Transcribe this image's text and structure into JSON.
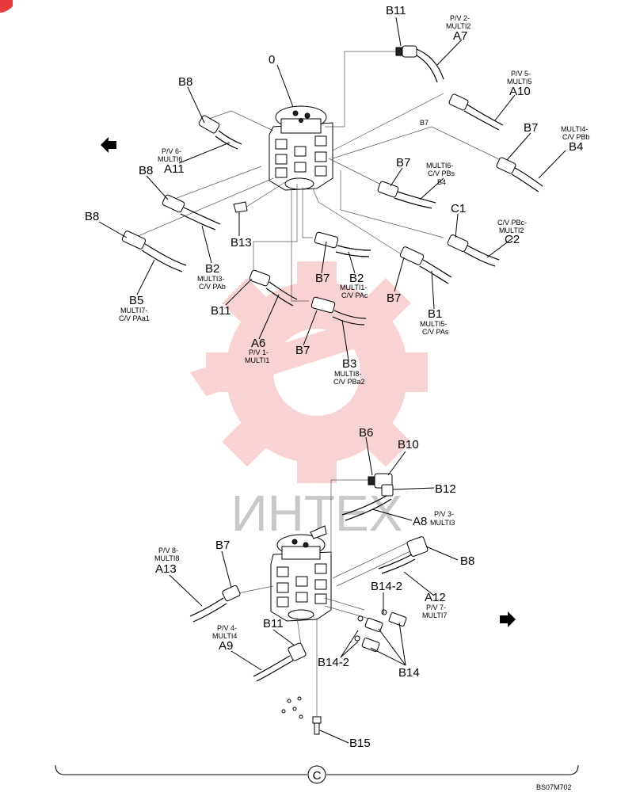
{
  "labels": {
    "b11_top": "B11",
    "a7": "A7",
    "a7_note1": "P/V 2-",
    "a7_note2": "MULTI2",
    "zero": "0",
    "a10": "A10",
    "a10_note1": "P/V 5-",
    "a10_note2": "MULTI5",
    "b7_a10": "B7",
    "b7_b4": "B7",
    "b4": "B4",
    "b4_note1": "MULTI4-",
    "b4_note2": "C/V PBb",
    "b8_a": "B8",
    "a11": "A11",
    "a11_note1": "P/V 6-",
    "a11_note2": "MULTI6",
    "b8_b": "B8",
    "b7_b4b": "B7",
    "b4b": "B4",
    "b4b_note1": "MULTI6-",
    "b4b_note2": "C/V PBs",
    "c1": "C1",
    "c2": "C2",
    "c2_note1": "C/V PBc-",
    "c2_note2": "MULTI2",
    "b8_c": "B8",
    "b13": "B13",
    "b2_l": "B2",
    "b2_l_note1": "MULTI3-",
    "b2_l_note2": "C/V PAb",
    "b5": "B5",
    "b5_note1": "MULTI7-",
    "b5_note2": "C/V PAa1",
    "b11_mid": "B11",
    "b7_b2": "B7",
    "b2_c": "B2",
    "b2_c_note1": "MULTI1-",
    "b2_c_note2": "C/V PAc",
    "b7_b1": "B7",
    "b1": "B1",
    "b1_note1": "MULTI5-",
    "b1_note2": "C/V PAs",
    "a6": "A6",
    "a6_note1": "P/V 1-",
    "a6_note2": "MULTI1",
    "b7_b3": "B7",
    "b3": "B3",
    "b3_note1": "MULTI8-",
    "b3_note2": "C/V PBa2",
    "b6": "B6",
    "b10": "B10",
    "b12": "B12",
    "a8": "A8",
    "a8_note1": "P/V 3-",
    "a8_note2": "MULTI3",
    "b8_low": "B8",
    "b7_low": "B7",
    "a13": "A13",
    "a13_note1": "P/V 8-",
    "a13_note2": "MULTI8",
    "b14_2a": "B14-2",
    "a12": "A12",
    "a12_note1": "P/V 7-",
    "a12_note2": "MULTI7",
    "b11_low": "B11",
    "a9": "A9",
    "a9_note1": "P/V 4-",
    "a9_note2": "MULTI4",
    "b14_2b": "B14-2",
    "b14": "B14",
    "b15": "B15",
    "circle_c": "C",
    "code": "BS07M702"
  },
  "watermark": {
    "text": "ИНТЕХ",
    "color": "#e83a3a"
  },
  "icons": {
    "left_arrow": "left-arrow-icon",
    "right_arrow": "right-arrow-icon"
  }
}
